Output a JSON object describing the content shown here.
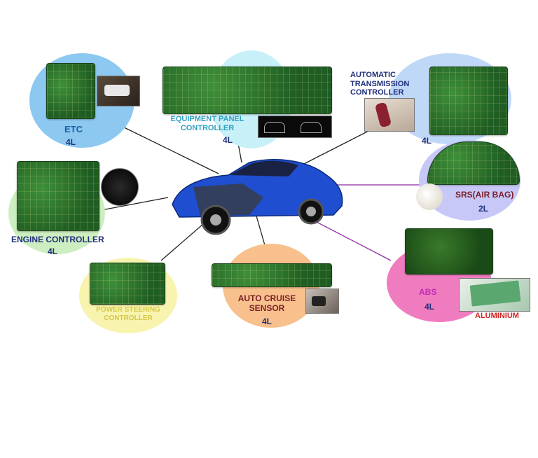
{
  "modules": {
    "etc": {
      "name": "ETC",
      "layers": "4L"
    },
    "equipment": {
      "name_line1": "EQUIPMENT PANEL",
      "name_line2": "CONTROLLER",
      "layers": "4L"
    },
    "transmission": {
      "name_line1": "AUTOMATIC",
      "name_line2": "TRANSMISSION",
      "name_line3": "CONTROLLER",
      "layers": "4L"
    },
    "srs": {
      "name": "SRS(AIR BAG)",
      "layers": "2L"
    },
    "engine": {
      "name": "ENGINE CONTROLLER",
      "layers": "4L"
    },
    "abs": {
      "name": "ABS",
      "layers": "4L",
      "extra": "ALUMINIUM"
    },
    "cruise": {
      "name_line1": "AUTO CRUISE",
      "name_line2": "SENSOR",
      "layers": "4L"
    },
    "steering": {
      "name_line1": "POWER STEERING",
      "name_line2": "CONTROLLER"
    }
  },
  "colors": {
    "etc_bubble": "#8cc8f0",
    "equipment_bubble": "#c8f0f8",
    "transmission_bubble": "#c0d8f8",
    "srs_bubble": "#c8c8f8",
    "engine_bubble": "#cdeec0",
    "abs_bubble": "#f07cc0",
    "cruise_bubble": "#f8c08c",
    "steering_bubble": "#f8f4b0",
    "car_body": "#1f4fd0",
    "label_navy": "#1f2f7a",
    "srs_text": "#7a1f2a",
    "abs_text": "#c02ab8",
    "aluminium_text": "#d02020",
    "cruise_text": "#7a1f2a",
    "steering_text": "#d4c84a",
    "equipment_text": "#30a0c0"
  }
}
